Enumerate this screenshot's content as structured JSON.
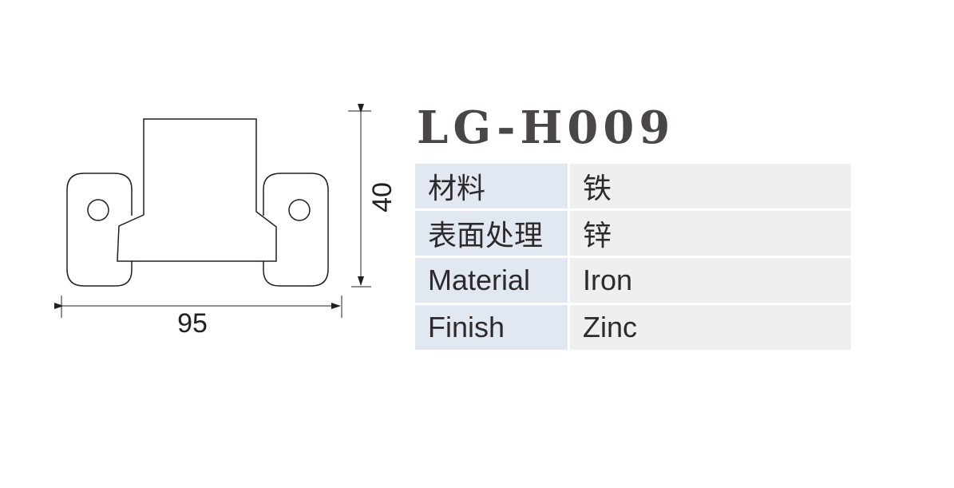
{
  "product": {
    "model": "LG-H009"
  },
  "drawing": {
    "width_dimension": "95",
    "height_dimension": "40"
  },
  "specs": [
    {
      "label": "材料",
      "value": "铁"
    },
    {
      "label": "表面处理",
      "value": "锌"
    },
    {
      "label": "Material",
      "value": "Iron"
    },
    {
      "label": "Finish",
      "value": "Zinc"
    }
  ],
  "colors": {
    "line": "#231f20",
    "title": "#4a4546",
    "label_cell": "#e2e8f2",
    "value_cell": "#efefef"
  }
}
